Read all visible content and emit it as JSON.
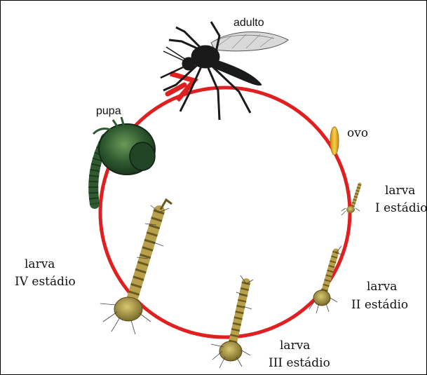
{
  "stages": {
    "adult": "adulto",
    "egg": "ovo",
    "pupa": "pupa",
    "larva1": {
      "line1": "larva",
      "line2": "I estádio"
    },
    "larva2": {
      "line1": "larva",
      "line2": "II estádio"
    },
    "larva3": {
      "line1": "larva",
      "line2": "III estádio"
    },
    "larva4": {
      "line1": "larva",
      "line2": "IV estádio"
    }
  },
  "colors": {
    "cycle_ring": "#e02020",
    "arrow": "#e02020",
    "mosquito": "#1a1a1a",
    "egg": "#f0b820",
    "larva_body": "#b8a04a",
    "larva_segment": "#7a6a2a",
    "pupa": "#2f5a30"
  }
}
